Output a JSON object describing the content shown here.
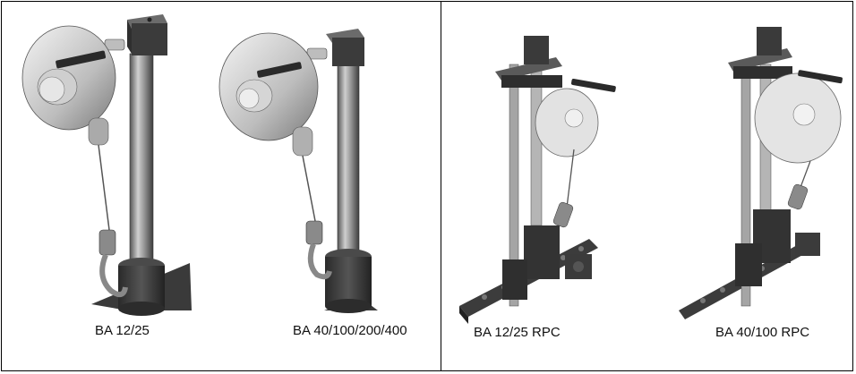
{
  "panels": [
    {
      "captions": [
        "BA 12/25",
        "BA 40/100/200/400"
      ]
    },
    {
      "captions": [
        "BA 12/25 RPC",
        "BA 40/100 RPC"
      ]
    }
  ]
}
